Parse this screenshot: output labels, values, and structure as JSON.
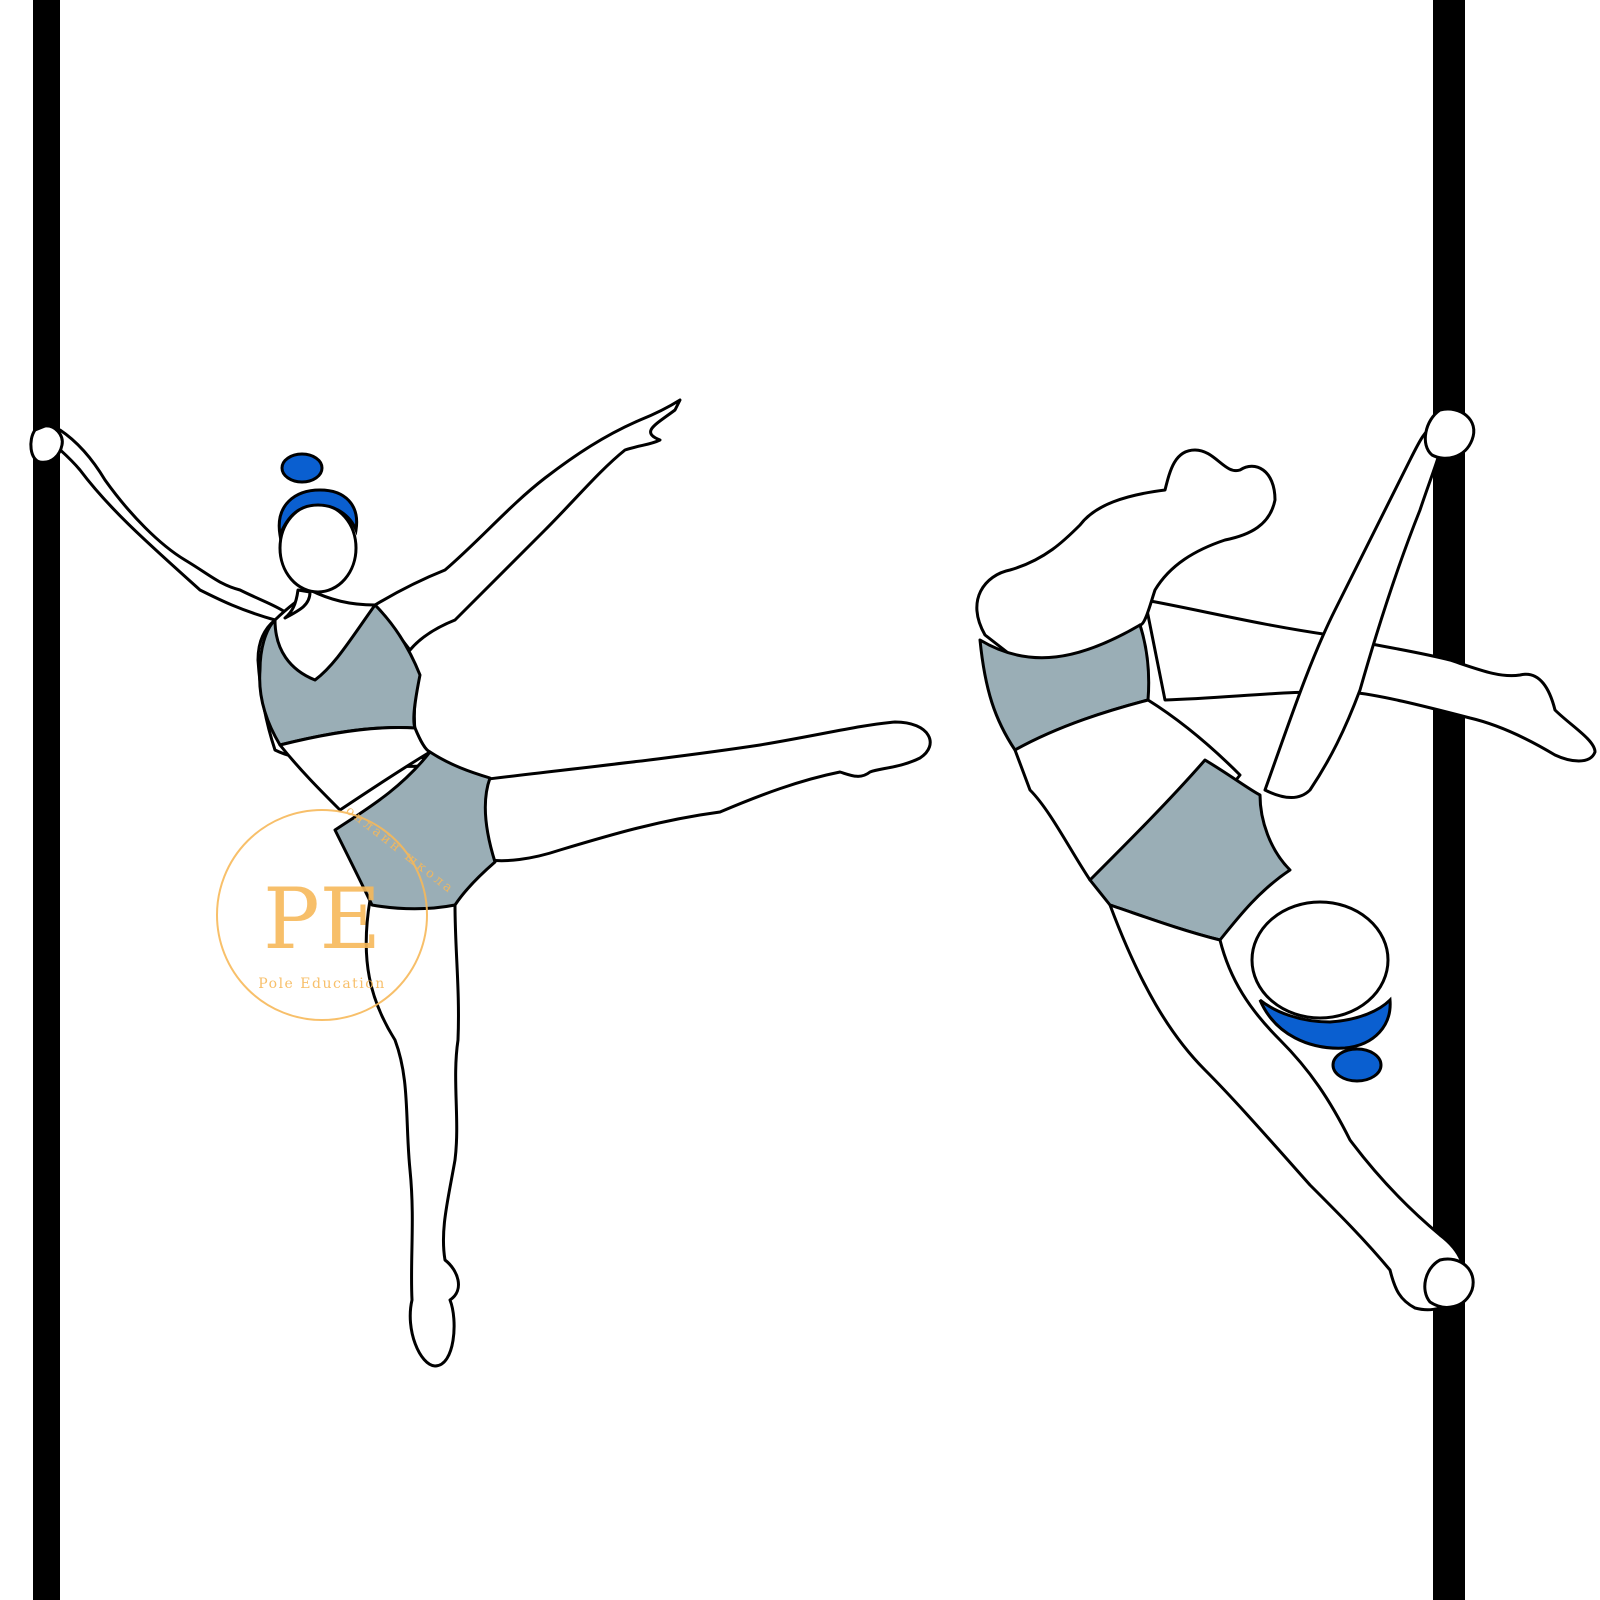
{
  "illustration": {
    "colors": {
      "pole": "#000000",
      "outfit": "#9aaeb6",
      "hair": "#0a5fd0",
      "watermark": "#f7b95a"
    }
  },
  "watermark": {
    "monogram": "PE",
    "name": "Pole Education",
    "arc_text": "онлайн школа"
  }
}
